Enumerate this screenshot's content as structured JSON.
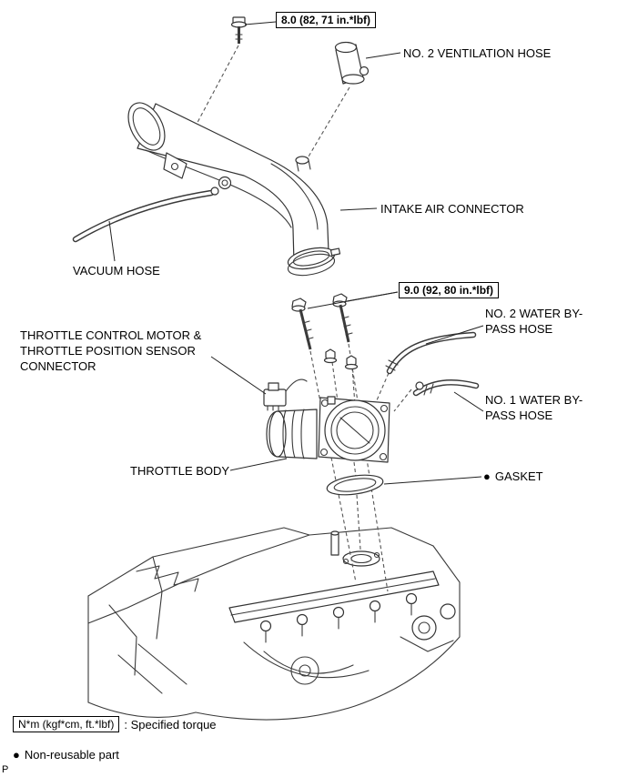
{
  "diagram": {
    "torque_spec_top": "8.0 (82, 71 in.*lbf)",
    "torque_spec_mid": "9.0 (92, 80 in.*lbf)",
    "labels": {
      "ventilation_hose": "NO. 2 VENTILATION HOSE",
      "intake_air_connector": "INTAKE AIR CONNECTOR",
      "vacuum_hose": "VACUUM HOSE",
      "throttle_connector": "THROTTLE CONTROL MOTOR & THROTTLE POSITION SENSOR CONNECTOR",
      "water_bypass_hose_2": "NO. 2 WATER BY-PASS HOSE",
      "water_bypass_hose_1": "NO. 1 WATER BY-PASS HOSE",
      "throttle_body": "THROTTLE BODY",
      "gasket": "GASKET",
      "gasket_bullet": "●"
    }
  },
  "legend": {
    "torque_unit_box": "N*m (kgf*cm, ft.*lbf)",
    "torque_text": ": Specified torque",
    "nonreusable_bullet": "●",
    "nonreusable_text": "Non-reusable part"
  },
  "page": {
    "corner_mark": "P"
  },
  "colors": {
    "ink": "#000000",
    "line": "#3a3a3a",
    "background": "#ffffff"
  }
}
